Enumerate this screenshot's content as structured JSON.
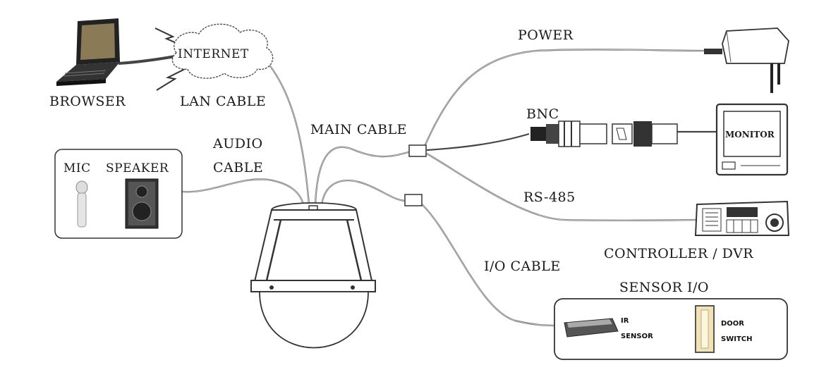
{
  "labels": {
    "browser": "BROWSER",
    "internet": "INTERNET",
    "lan_cable": "LAN CABLE",
    "audio_line1": "AUDIO",
    "audio_line2": "CABLE",
    "mic": "MIC",
    "speaker": "SPEAKER",
    "main_cable": "MAIN CABLE",
    "power": "POWER",
    "bnc": "BNC",
    "monitor": "MONITOR",
    "rs485": "RS-485",
    "controller": "CONTROLLER / DVR",
    "io_cable": "I/O CABLE",
    "sensor_io": "SENSOR I/O",
    "ir_line1": "IR",
    "ir_line2": "SENSOR",
    "door_line1": "DOOR",
    "door_line2": "SWITCH"
  }
}
